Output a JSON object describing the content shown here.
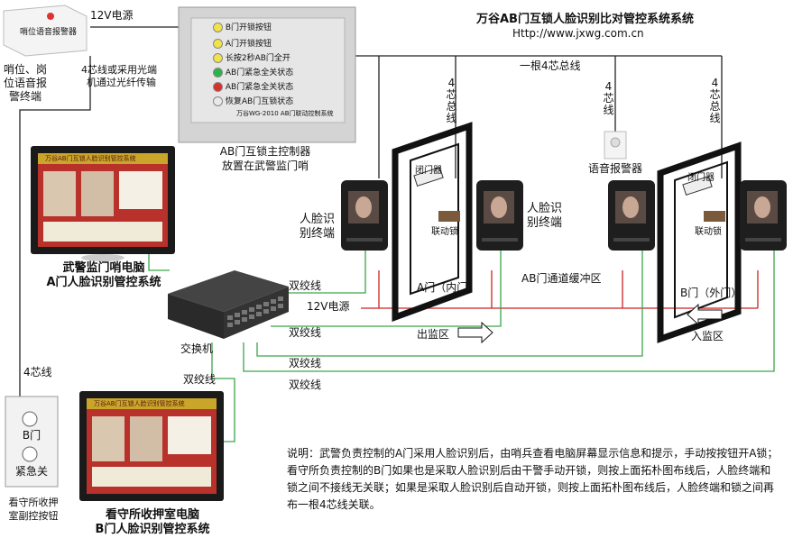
{
  "header": {
    "title": "万谷AB门互锁人脸识别比对管控系统系统",
    "url": "Http://www.jxwg.com.cn"
  },
  "alarm_box": {
    "label": "哨位语音报警器",
    "caption": [
      "哨位、岗",
      "位语音报",
      "警终端"
    ]
  },
  "cable_notes": {
    "four_core_fiber": [
      "4芯线或采用光端",
      "机通过光纤传输"
    ],
    "power_top": "12V电源",
    "bus_4core": "一根4芯总线",
    "vertical_4core_bus": "4芯总线",
    "voice_4core_line": "4芯线",
    "twisted_pair": "双绞线",
    "power_mid": "12V电源",
    "four_core_left": "4芯线"
  },
  "controller": {
    "leds": [
      {
        "text": "B门开锁按钮",
        "color": "#f2e24a"
      },
      {
        "text": "A门开锁按钮",
        "color": "#f2e24a"
      },
      {
        "text": "长按2秒AB门全开",
        "color": "#f2e24a"
      },
      {
        "text": "AB门紧急全关状态",
        "color": "#2bb34a"
      },
      {
        "text": "AB门紧急全关状态",
        "color": "#d8302b"
      },
      {
        "text": "恢复AB门互锁状态",
        "color": "#e8e8e8"
      }
    ],
    "model": "万谷WG-2010 AB门联动控制系统",
    "caption": [
      "AB门互锁主控制器",
      "放置在武警监门哨"
    ]
  },
  "pc_top": {
    "screen_title": "万谷AB门互锁人脸识别管控系统",
    "caption": [
      "武警监门哨电脑",
      "A门人脸识别管控系统"
    ]
  },
  "pc_bottom": {
    "screen_title": "万谷AB门互锁人脸识别管控系统",
    "caption": [
      "看守所收押室电脑",
      "B门人脸识别管控系统"
    ]
  },
  "switch": {
    "caption": "交换机"
  },
  "terminals": {
    "left_label": [
      "人脸识",
      "别终端"
    ],
    "right_label": [
      "人脸识",
      "别终端"
    ]
  },
  "doors": {
    "a": {
      "caption": "A门（内门）",
      "door_closer": "闭门器",
      "linked_lock": "联动锁"
    },
    "b": {
      "caption": "B门（外门）",
      "door_closer": "闭门器",
      "linked_lock": "联动锁"
    },
    "buffer_zone": "AB门通道缓冲区"
  },
  "voice_alarm": {
    "caption": "语音报警器"
  },
  "flow": {
    "exit": "出监区",
    "enter": "入监区"
  },
  "button_box": {
    "b_door": "B门",
    "emergency": "紧急关",
    "caption": [
      "看守所收押",
      "室副控按钮"
    ]
  },
  "note": {
    "text": "说明：武警负责控制的A门采用人脸识别后，由哨兵查看电脑屏幕显示信息和提示，手动按按钮开A锁；看守所负责控制的B门如果也是采取人脸识别后由干警手动开锁，则按上面拓朴图布线后，人脸终端和锁之间不接线无关联；如果是采取人脸识别后自动开锁，则按上面拓朴图布线后，人脸终端和锁之间再布一根4芯线关联。"
  },
  "colors": {
    "cable_black": "#222222",
    "cable_green": "#3aa64a",
    "cable_red": "#cc2222",
    "accent_blue": "#2a4fa0"
  }
}
